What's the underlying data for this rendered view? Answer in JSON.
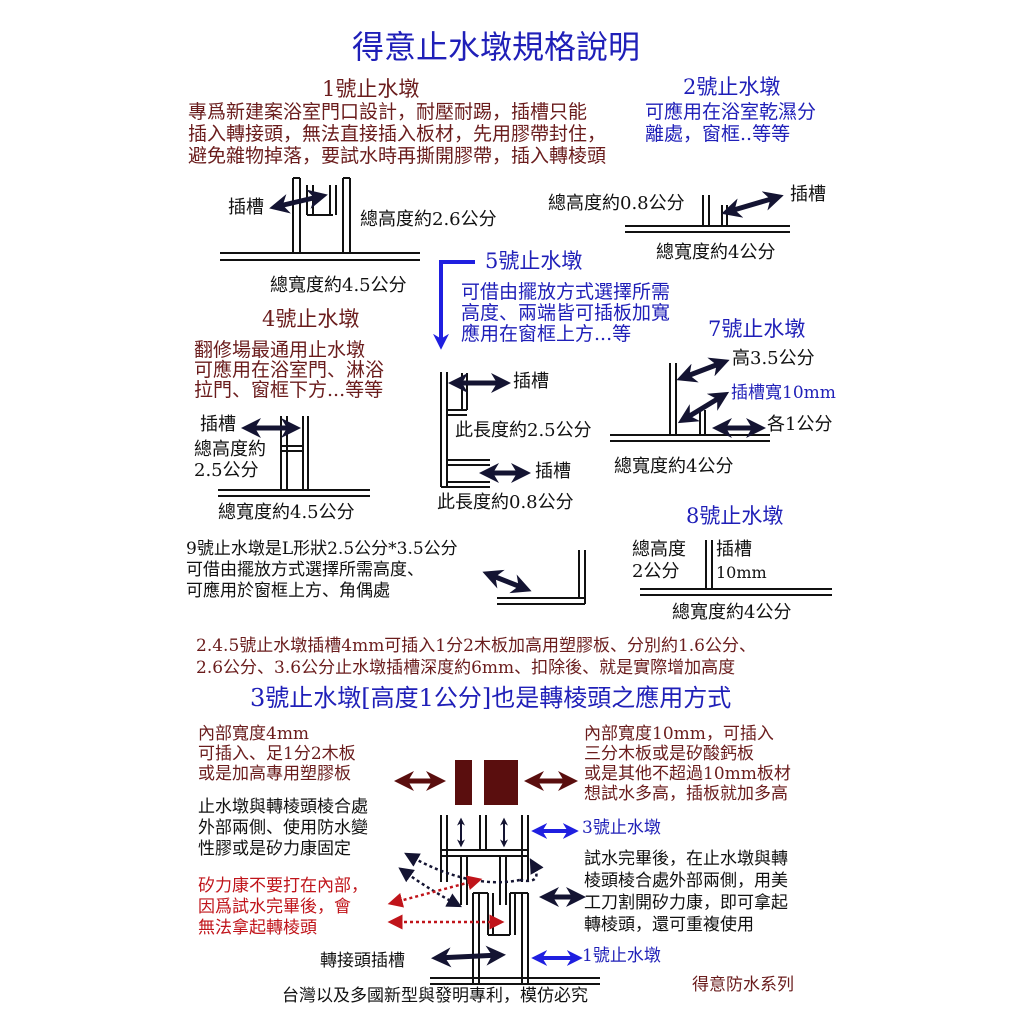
{
  "title": "得意止水墩規格說明",
  "colors": {
    "title": "#1f1fb8",
    "dark_red": "#6a1c1c",
    "blue": "#1f1fb8",
    "red": "#c0141a",
    "board": "#5a0e0e"
  },
  "no1": {
    "heading": "1號止水墩",
    "desc": [
      "專爲新建案浴室門口設計，耐壓耐踢，插槽只能",
      "插入轉接頭，無法直接插入板材，先用膠帶封住，",
      "避免雜物掉落，要試水時再撕開膠帶，插入轉棱頭"
    ],
    "slot": "插槽",
    "height": "總高度約2.6公分",
    "width": "總寬度約4.5公分"
  },
  "no2": {
    "heading": "2號止水墩",
    "desc": [
      "可應用在浴室乾濕分",
      "離處，窗框..等等"
    ],
    "height": "總高度約0.8公分",
    "slot": "插槽",
    "width": "總寬度約4公分"
  },
  "no5": {
    "heading": "5號止水墩",
    "desc": [
      "可借由擺放方式選擇所需",
      "高度、兩端皆可插板加寬",
      "應用在窗框上方...等"
    ],
    "slot_top": "插槽",
    "len1": "此長度約2.5公分",
    "slot_bottom": "插槽",
    "len2": "此長度約0.8公分"
  },
  "no4": {
    "heading": "4號止水墩",
    "desc": [
      "翻修場最通用止水墩",
      "可應用在浴室門、淋浴",
      "拉門、窗框下方...等等"
    ],
    "slot": "插槽",
    "height": [
      "總高度約",
      "2.5公分"
    ],
    "width": "總寬度約4.5公分"
  },
  "no7": {
    "heading": "7號止水墩",
    "height": "高3.5公分",
    "slot_width": "插槽寬10mm",
    "each": "各1公分",
    "width": "總寬度約4公分"
  },
  "no8": {
    "heading": "8號止水墩",
    "height": [
      "總高度",
      "2公分"
    ],
    "slot": [
      "插槽",
      "10mm"
    ],
    "width": "總寬度約4公分"
  },
  "no9": {
    "desc": [
      "9號止水墩是L形狀2.5公分*3.5公分",
      "可借由擺放方式選擇所需高度、",
      "可應用於窗框上方、角偶處"
    ]
  },
  "note": [
    "2.4.5號止水墩插槽4mm可插入1分2木板加高用塑膠板、分別約1.6公分、",
    "2.6公分、3.6公分止水墩插槽深度約6mm、扣除後、就是實際增加高度"
  ],
  "no3": {
    "heading": "3號止水墩[高度1公分]也是轉棱頭之應用方式",
    "left_top": [
      "內部寬度4mm",
      "可插入、足1分2木板",
      "或是加高專用塑膠板"
    ],
    "right_top": [
      "內部寬度10mm，可插入",
      "三分木板或是矽酸鈣板",
      "或是其他不超過10mm板材",
      "想試水多高，插板就加多高"
    ],
    "left_mid": [
      "止水墩與轉棱頭棱合處",
      "外部兩側、使用防水變",
      "性膠或是矽力康固定"
    ],
    "label_no3": "3號止水墩",
    "warning": [
      "矽力康不要打在內部，",
      "因爲試水完畢後，會",
      "無法拿起轉棱頭"
    ],
    "right_mid": [
      "試水完畢後，在止水墩與轉",
      "棱頭棱合處外部兩側，用美",
      "工刀割開矽力康，即可拿起",
      "轉棱頭，還可重複使用"
    ],
    "adapter_slot": "轉接頭插槽",
    "label_no1": "1號止水墩"
  },
  "footer": {
    "patent": "台灣以及多國新型與發明專利，模仿必究",
    "brand": "得意防水系列"
  }
}
